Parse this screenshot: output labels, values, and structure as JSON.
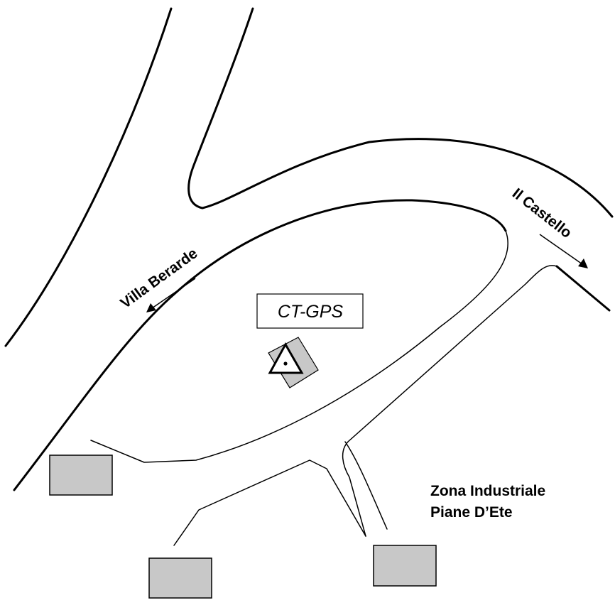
{
  "map": {
    "station_label": "CT-GPS",
    "direction_labels": {
      "villa_berarde": "Villa Berarde",
      "il_castello": "Il Castello"
    },
    "zone_label": {
      "line1": "Zona Industriale",
      "line2": "Piane D’Ete"
    },
    "colors": {
      "building_fill": "#c8c8c8",
      "road_stroke": "#000000",
      "background": "#ffffff"
    },
    "icons": {
      "station_marker": "triangle-with-dot-icon",
      "direction_arrow": "arrow-icon"
    }
  }
}
